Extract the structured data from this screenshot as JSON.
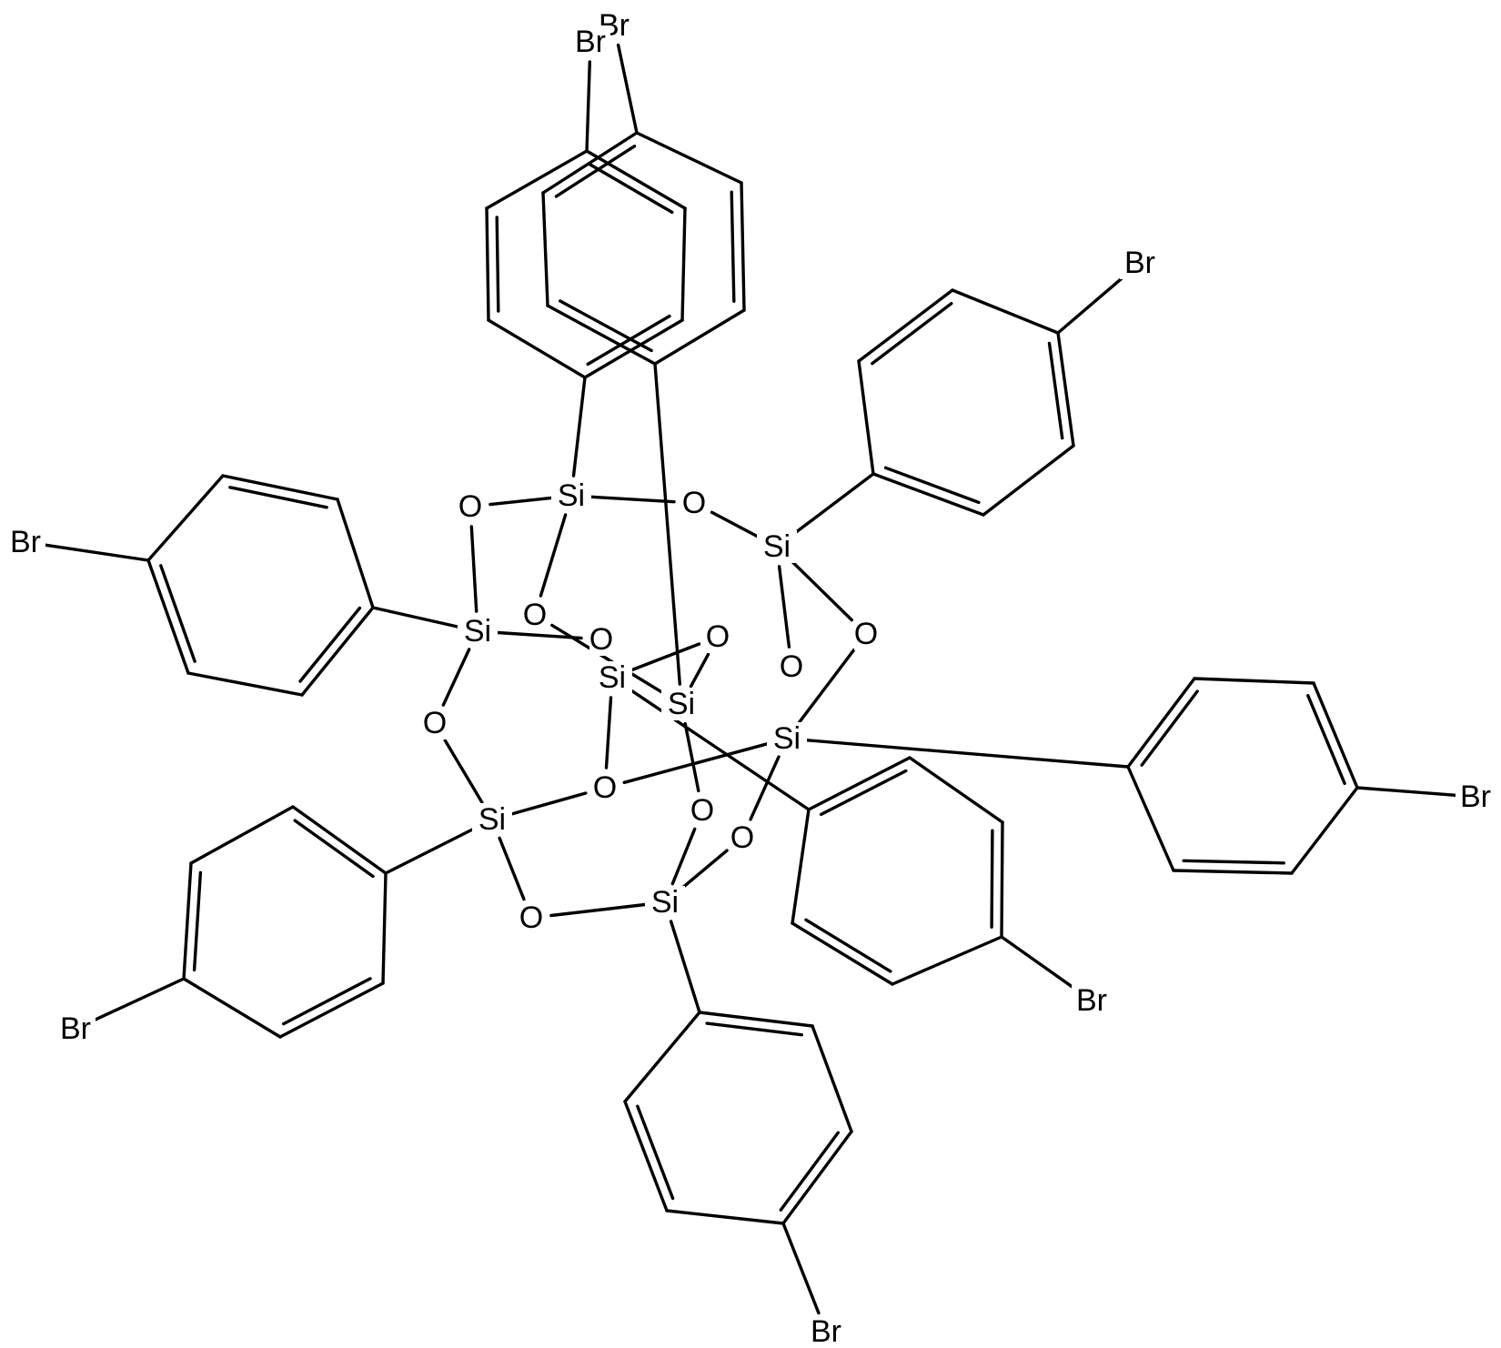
{
  "structure": {
    "element_labels": {
      "silicon": "Si",
      "oxygen": "O",
      "bromine": "Br"
    },
    "atoms": [
      {
        "id": "Si1",
        "element": "Si"
      },
      {
        "id": "Si2",
        "element": "Si"
      },
      {
        "id": "Si3",
        "element": "Si"
      },
      {
        "id": "Si4",
        "element": "Si"
      },
      {
        "id": "Si5",
        "element": "Si"
      },
      {
        "id": "Si6",
        "element": "Si"
      },
      {
        "id": "Si7",
        "element": "Si"
      },
      {
        "id": "Si8",
        "element": "Si"
      },
      {
        "id": "O1",
        "element": "O"
      },
      {
        "id": "O2",
        "element": "O"
      },
      {
        "id": "O3",
        "element": "O"
      },
      {
        "id": "O4",
        "element": "O"
      },
      {
        "id": "O5",
        "element": "O"
      },
      {
        "id": "O6",
        "element": "O"
      },
      {
        "id": "O7",
        "element": "O"
      },
      {
        "id": "O8",
        "element": "O"
      },
      {
        "id": "O9",
        "element": "O"
      },
      {
        "id": "O10",
        "element": "O"
      },
      {
        "id": "O11",
        "element": "O"
      },
      {
        "id": "O12",
        "element": "O"
      },
      {
        "id": "Br1",
        "element": "Br"
      },
      {
        "id": "Br2",
        "element": "Br"
      },
      {
        "id": "Br3",
        "element": "Br"
      },
      {
        "id": "Br4",
        "element": "Br"
      },
      {
        "id": "Br5",
        "element": "Br"
      },
      {
        "id": "Br6",
        "element": "Br"
      },
      {
        "id": "Br7",
        "element": "Br"
      },
      {
        "id": "Br8",
        "element": "Br"
      }
    ]
  }
}
